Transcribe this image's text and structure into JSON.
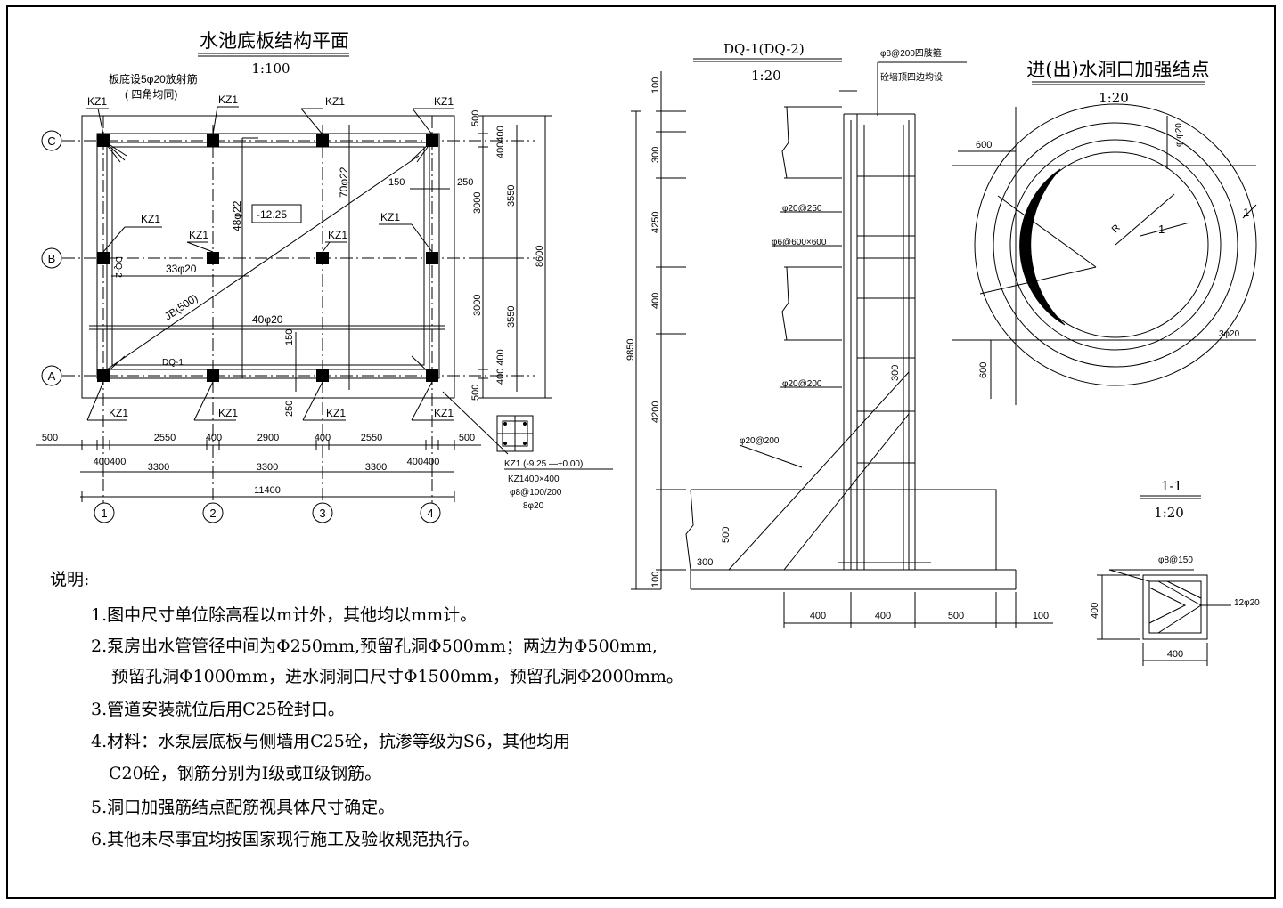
{
  "plan": {
    "title": "水池底板结构平面",
    "scale": "1:100",
    "radial_note": "板底设5φ20放射筋",
    "radial_note2": "( 四角均同)",
    "column_label": "KZ1",
    "elevation": "-12.25",
    "rebar_h1": "33φ20",
    "rebar_h2": "40φ20",
    "rebar_v1": "48φ22",
    "rebar_v2": "70φ22",
    "jb": "JB(500)",
    "dq1": "DQ-1",
    "dq2": "DQ-2",
    "axes_rows": [
      "C",
      "B",
      "A"
    ],
    "axes_cols": [
      "1",
      "2",
      "3",
      "4"
    ],
    "dims_bottom_1": [
      "500",
      "400400",
      "2550",
      "400",
      "2900",
      "400",
      "2550",
      "400400",
      "500"
    ],
    "dims_bottom_2": [
      "3300",
      "3300",
      "3300"
    ],
    "dims_total": "11400",
    "dims_right_1": [
      "500",
      "400400",
      "3000",
      "3000",
      "400 400",
      "500"
    ],
    "dims_right_2": [
      "3550",
      "3550"
    ],
    "dims_right_total": "8600",
    "d150_top": "150",
    "d250_top": "250",
    "d150_mid": "150",
    "d250_bot": "250"
  },
  "column_detail": {
    "line1": "KZ1 (-9.25 —±0.00)",
    "line2": "KZ1400×400",
    "line3": "φ8@100/200",
    "line4": "8φ20"
  },
  "wall_section": {
    "title": "DQ-1(DQ-2)",
    "scale": "1:20",
    "note_top1": "φ8@200四肢箍",
    "note_top2": "砼墙顶四边均设",
    "rebar1": "φ20@250",
    "rebar2": "φ6@600×600",
    "rebar3": "φ20@200",
    "rebar4": "φ20@200",
    "d300_diag": "300",
    "dims_left": [
      "100",
      "300",
      "4250",
      "400",
      "4200",
      "500",
      "300",
      "100"
    ],
    "dims_total": "9850",
    "dims_bottom": [
      "400",
      "400",
      "500",
      "100"
    ]
  },
  "opening_detail": {
    "title": "进(出)水洞口加强结点",
    "scale": "1:20",
    "d600_top": "600",
    "d600_left": "600",
    "rebar_top": "φ φ20",
    "rebar_side": "3φ20",
    "r_label": "R",
    "cut1": "1",
    "cut2": "1"
  },
  "section_11": {
    "title": "1-1",
    "scale": "1:20",
    "stirrup": "φ8@150",
    "main": "12φ20",
    "dim_h": "400",
    "dim_w": "400"
  },
  "notes": {
    "heading": "说明:",
    "items": [
      "1.图中尺寸单位除高程以m计外，其他均以mm计。",
      "2.泵房出水管管径中间为Φ250mm,预留孔洞Φ500mm；两边为Φ500mm,",
      "预留孔洞Φ1000mm，进水洞洞口尺寸Φ1500mm，预留孔洞Φ2000mm。",
      "3.管道安装就位后用C25砼封口。",
      "4.材料：水泵层底板与侧墙用C25砼，抗渗等级为S6，其他均用",
      "C20砼，钢筋分别为Ⅰ级或Ⅱ级钢筋。",
      "5.洞口加强筋结点配筋视具体尺寸确定。",
      "6.其他未尽事宜均按国家现行施工及验收规范执行。"
    ]
  }
}
